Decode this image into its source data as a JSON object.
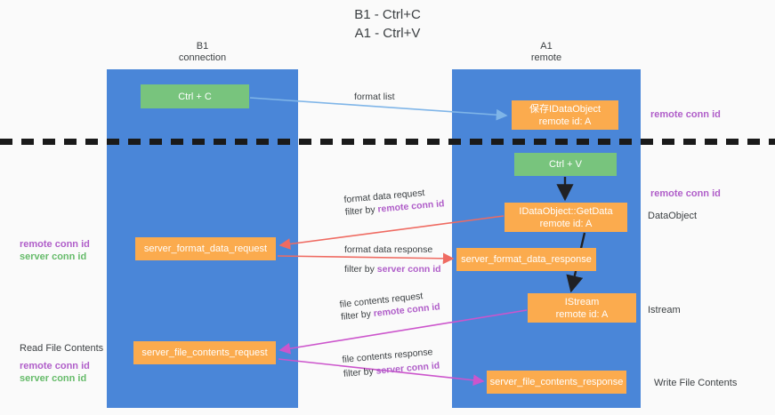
{
  "title": "B1 - Ctrl+C\nA1 - Ctrl+V",
  "columns": {
    "left": {
      "header": "B1\nconnection"
    },
    "right": {
      "header": "A1\nremote"
    }
  },
  "nodes": {
    "ctrl_c": "Ctrl + C",
    "idataobject_store": "保存IDataObject\nremote id: A",
    "ctrl_v": "Ctrl + V",
    "getdata": "IDataObject::GetData\nremote id: A",
    "server_format_data_request": "server_format_data_request",
    "server_format_data_response": "server_format_data_response",
    "istream": "IStream\nremote id: A",
    "server_file_contents_request": "server_file_contents_request",
    "server_file_contents_response": "server_file_contents_response"
  },
  "edges": {
    "format_list": {
      "line1": "format list",
      "line2": ""
    },
    "format_data_request": {
      "line1": "format data request",
      "prefix": "filter by ",
      "key": "remote conn id"
    },
    "format_data_response": {
      "line1": "format data response",
      "prefix": "filter by ",
      "key": "server conn id"
    },
    "file_contents_request": {
      "line1": "file contents request",
      "prefix": "filter by ",
      "key": "remote conn id"
    },
    "file_contents_response": {
      "line1": "file contents response",
      "prefix": "filter by ",
      "key": "server conn id"
    }
  },
  "annotations": {
    "remote_conn_id_top": "remote conn id",
    "remote_conn_id_mid": "remote conn id",
    "dataobject": "DataObject",
    "istream": "Istream",
    "write_file_contents": "Write File Contents",
    "read_file_contents": "Read File Contents",
    "left_mid_remote": "remote conn id",
    "left_mid_server": "server conn id",
    "left_bottom_remote": "remote conn id",
    "left_bottom_server": "server conn id"
  },
  "colors": {
    "lane": "#4a86d8",
    "node_green": "#78c47d",
    "node_orange": "#fbab4e",
    "accent_purple": "#b05ec9",
    "accent_green": "#66bb6a",
    "arrow_blue": "#7fb5e8",
    "arrow_red": "#ef6b62",
    "arrow_magenta": "#cc55cc",
    "arrow_black": "#202124",
    "background": "#fafafa"
  }
}
